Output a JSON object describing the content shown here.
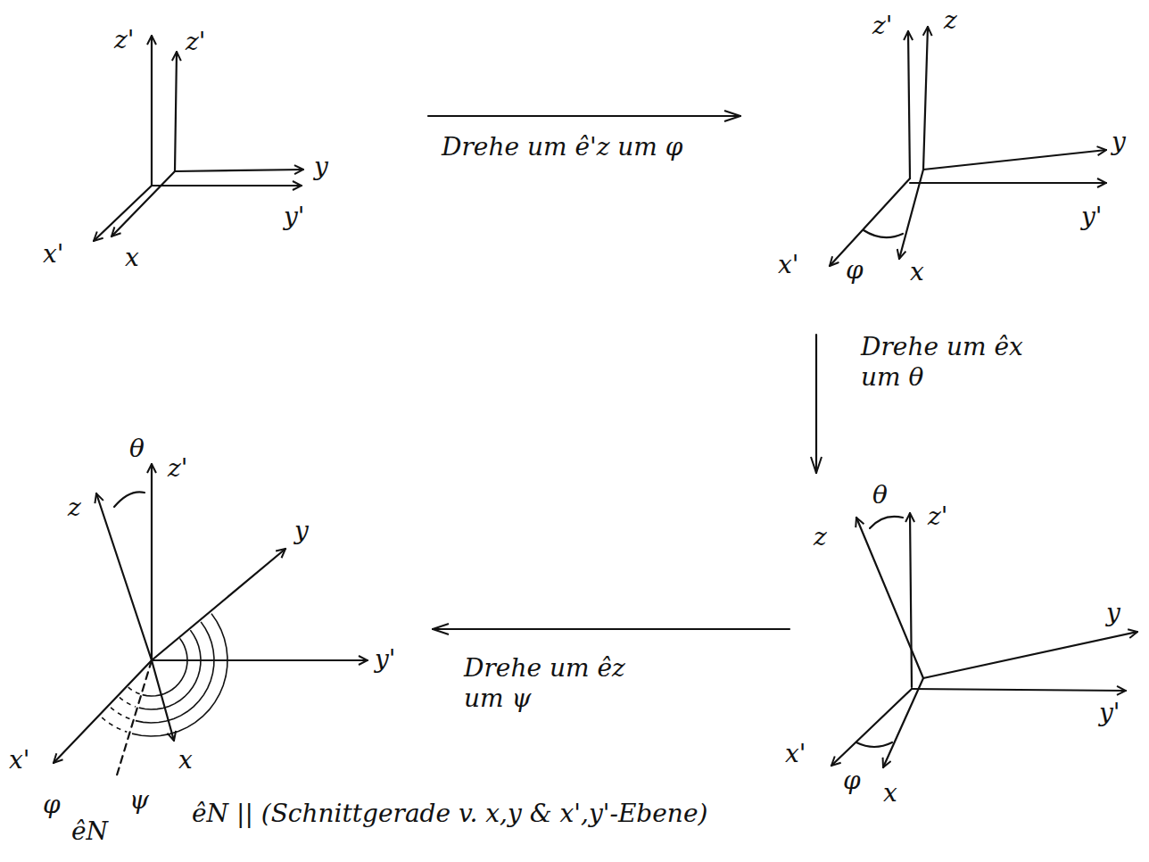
{
  "diagram": {
    "labels": [
      "z'",
      "z'",
      "y",
      "y'",
      "x'",
      "x",
      "Drehe um ê'z um φ",
      "z'",
      "z",
      "y",
      "y'",
      "x'",
      "φ",
      "x",
      "Drehe um êx um θ",
      "θ",
      "z",
      "z'",
      "y",
      "y'",
      "x'",
      "φ",
      "x",
      "Drehe um êz um ψ",
      "θ",
      "z",
      "z'",
      "y",
      "y'",
      "x'",
      "x",
      "φ",
      "êN",
      "ψ",
      "êN || (Schnittgerade v. x,y & x',y'-Ebene)"
    ]
  }
}
